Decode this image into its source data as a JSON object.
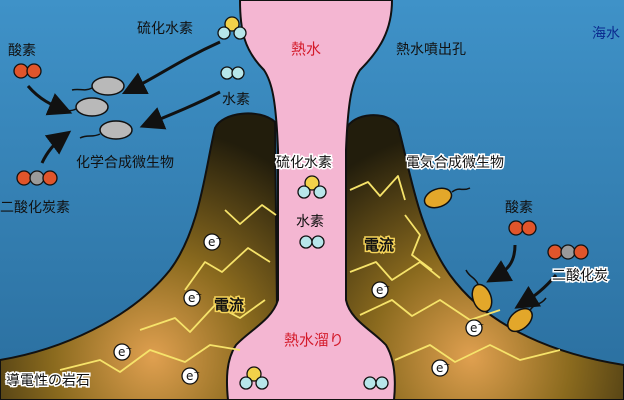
{
  "labels": {
    "sulfide_top": "硫化水素",
    "hot_water": "熱水",
    "vent": "熱水噴出孔",
    "sea": "海水",
    "oxygen_left": "酸素",
    "hydrogen_top": "水素",
    "chem_microbes": "化学合成微生物",
    "co2_left": "二酸化炭素",
    "sulfide_mid": "硫化水素",
    "hydrogen_mid": "水素",
    "elec_microbes": "電気合成微生物",
    "oxygen_right": "酸素",
    "co2_right": "二酸化炭",
    "current_right": "電流",
    "current_left": "電流",
    "pool": "熱水溜り",
    "rock": "導電性の岩石"
  },
  "electron_label": "e",
  "electron_sup": "−",
  "colors": {
    "sea": "#2f7fb3",
    "hot_water": "#f4b6d2",
    "rock_dark": "#2a2410",
    "rock_glow": "#c8902a",
    "lightning": "#f6e36a",
    "oxygen": "#e0552b",
    "hydrogen": "#b7e6ea",
    "sulfur": "#f2d24a",
    "microbe_chem": "#b9b9b9",
    "microbe_elec": "#e3a72a"
  }
}
